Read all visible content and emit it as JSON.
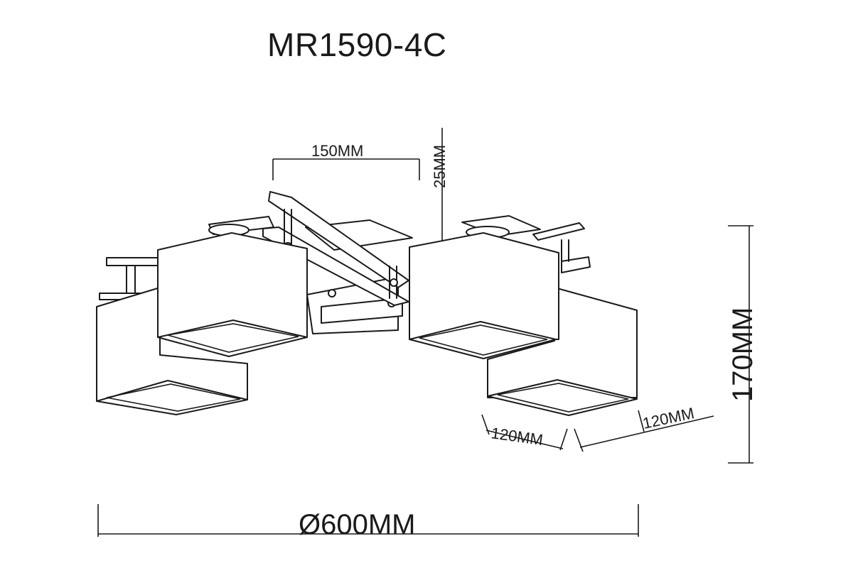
{
  "model": "MR1590-4C",
  "dimensions": {
    "arm_span": "150MM",
    "canopy_height": "25MM",
    "total_height": "170MM",
    "shade_width_a": "120MM",
    "shade_width_b": "120MM",
    "diameter": "Ø600MM"
  }
}
